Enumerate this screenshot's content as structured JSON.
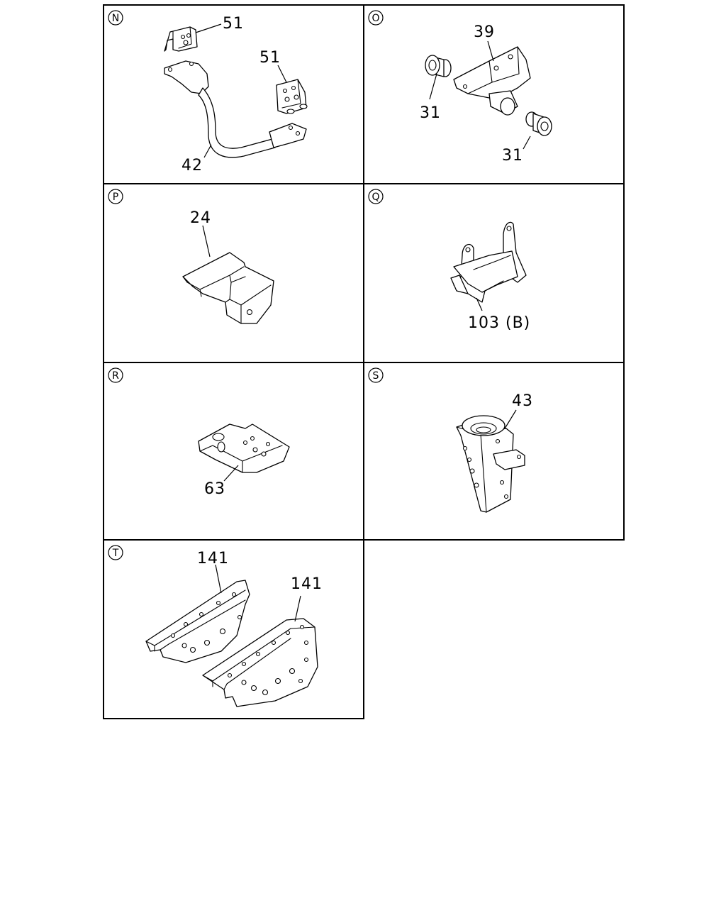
{
  "panels": [
    {
      "id": "N",
      "callouts": [
        "51",
        "51",
        "42"
      ]
    },
    {
      "id": "O",
      "callouts": [
        "39",
        "31",
        "31"
      ]
    },
    {
      "id": "P",
      "callouts": [
        "24"
      ]
    },
    {
      "id": "Q",
      "callouts": [
        "103 (B)"
      ]
    },
    {
      "id": "R",
      "callouts": [
        "63"
      ]
    },
    {
      "id": "S",
      "callouts": [
        "43"
      ]
    },
    {
      "id": "T",
      "callouts": [
        "141",
        "141"
      ]
    }
  ]
}
